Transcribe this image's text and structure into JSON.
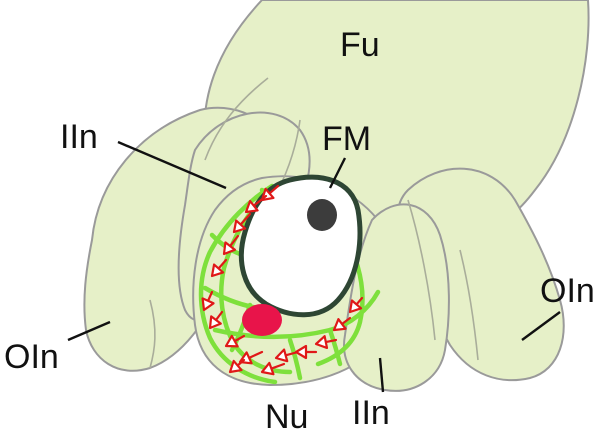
{
  "labels": {
    "fu": "Fu",
    "iin_upper": "IIn",
    "fm": "FM",
    "oin_left": "OIn",
    "oin_right": "OIn",
    "nu": "Nu",
    "iin_lower": "IIn"
  },
  "colors": {
    "tissue": "#e6f0c8",
    "tissue_outline": "#9a9a9a",
    "megaspore_outline": "#2e4634",
    "megaspore_fill": "#ffffff",
    "nucleus": "#3c3c3c",
    "red_spot": "#e8144a",
    "strand": "#7ee03c",
    "arrow": "#e01818",
    "text": "#111111"
  }
}
